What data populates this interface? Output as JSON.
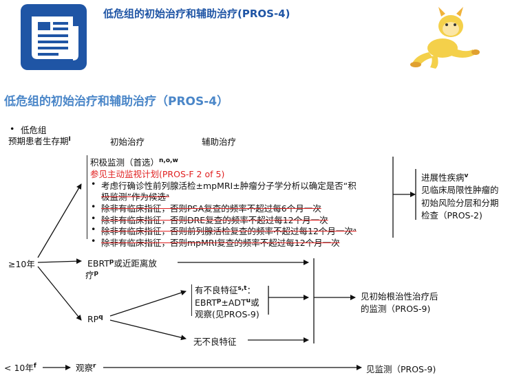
{
  "header": {
    "title": "低危组的初始治疗和辅助治疗(PROS-4)",
    "colors": {
      "header_blue": "#1f55a5",
      "title_blue": "#4a86c8",
      "red": "#e02020"
    },
    "icons": {
      "left": "newspaper-icon",
      "right": "mascot-figure"
    }
  },
  "page_title": "低危组的初始治疗和辅助治疗（PROS-4）",
  "columns": {
    "bullet": "•",
    "group": "低危组",
    "life_expectancy": "预期患者生存期",
    "life_expectancy_sup": "I",
    "initial": "初始治疗",
    "adjuvant": "辅助治疗"
  },
  "branch_ge10": {
    "label": "≥10年"
  },
  "branch_lt10": {
    "label": "< 10年",
    "label_sup": "f",
    "observe": "观察",
    "observe_sup": "r",
    "result": "见监测（PROS-9)"
  },
  "active_surveillance": {
    "title": "积极监测（首选）",
    "title_sup": "n,o,w",
    "ref": "参见主动监视计划(PROS-F 2 of 5)",
    "bullets": [
      "考虑行确诊性前列腺活检±mpMRI±肿瘤分子学分析以确定是否“积",
      "极监测”作为候选ᵃ",
      "除非有临床指征，否则PSA复查的频率不超过每6个月一次",
      "除非有临床指征，否则DRE复查的频率不超过每12个月一次",
      "除非有临床指征，否则前列腺活检复查的频率不超过每12个月一次ᵃ",
      "除非有临床指征，否则mpMRI复查的频率不超过每12个月一次"
    ],
    "outcome": [
      "进展性疾病",
      "见临床局限性肿瘤的",
      "初始风险分层和分期",
      "检查（PROS-2)"
    ],
    "outcome_sup": "v"
  },
  "ebrt": {
    "line1": "EBRT",
    "line1_sup": "p",
    "line1_rest": "或近距离放",
    "line2": "疗",
    "line2_sup": "p"
  },
  "rp": {
    "label": "RP",
    "label_sup": "q",
    "adverse": {
      "line1": "有不良特征",
      "line1_sup": "s,t",
      "line1_rest": "：",
      "line2_a": "EBRT",
      "line2_sup1": "p",
      "line2_b": "±ADT",
      "line2_sup2": "u",
      "line2_c": "或",
      "line3": "观察(见PROS-9)"
    },
    "no_adverse": "无不良特征",
    "result": [
      "见初始根治性治疗后",
      "的监测（PROS-9)"
    ]
  }
}
